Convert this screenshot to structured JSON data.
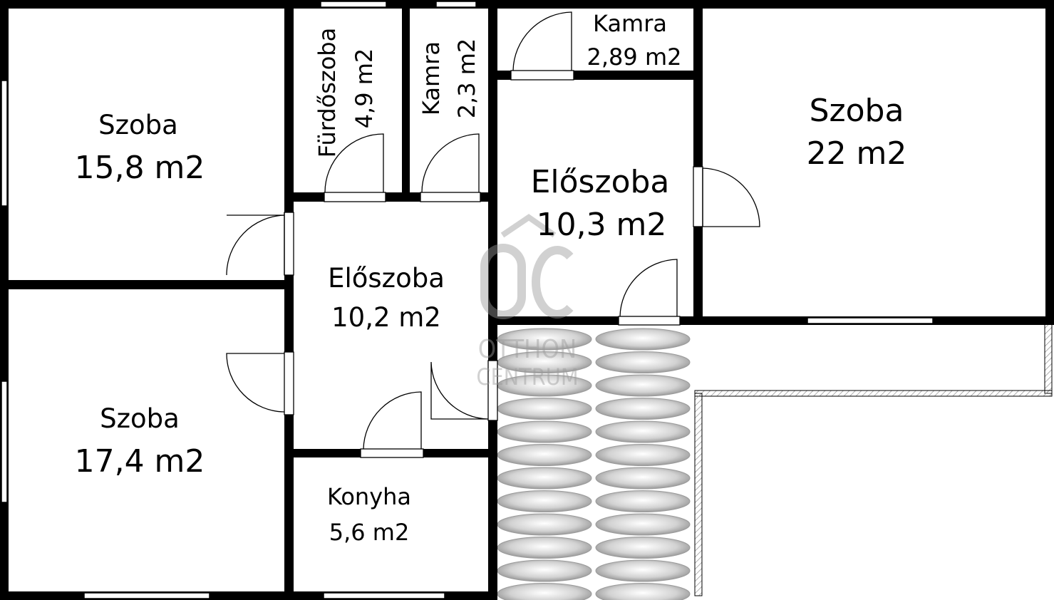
{
  "rooms": {
    "szoba_nw": {
      "name": "Szoba",
      "area": "15,8 m2"
    },
    "szoba_sw": {
      "name": "Szoba",
      "area": "17,4 m2"
    },
    "furdoszoba": {
      "name": "Fürdőszoba",
      "area": "4,9 m2"
    },
    "kamra_small": {
      "name": "Kamra",
      "area": "2,3 m2"
    },
    "kamra_top": {
      "name": "Kamra",
      "area": "2,89 m2"
    },
    "eloszoba_c": {
      "name": "Előszoba",
      "area": "10,2 m2"
    },
    "eloszoba_e": {
      "name": "Előszoba",
      "area": "10,3 m2"
    },
    "szoba_e": {
      "name": "Szoba",
      "area": "22 m2"
    },
    "konyha": {
      "name": "Konyha",
      "area": "5,6 m2"
    }
  },
  "watermark": {
    "line1": "OTTHON",
    "line2": "CENTRUM"
  },
  "colors": {
    "wall": "#000000",
    "hatch": "#8c8c8c",
    "watermark": "#9a9a9a"
  }
}
